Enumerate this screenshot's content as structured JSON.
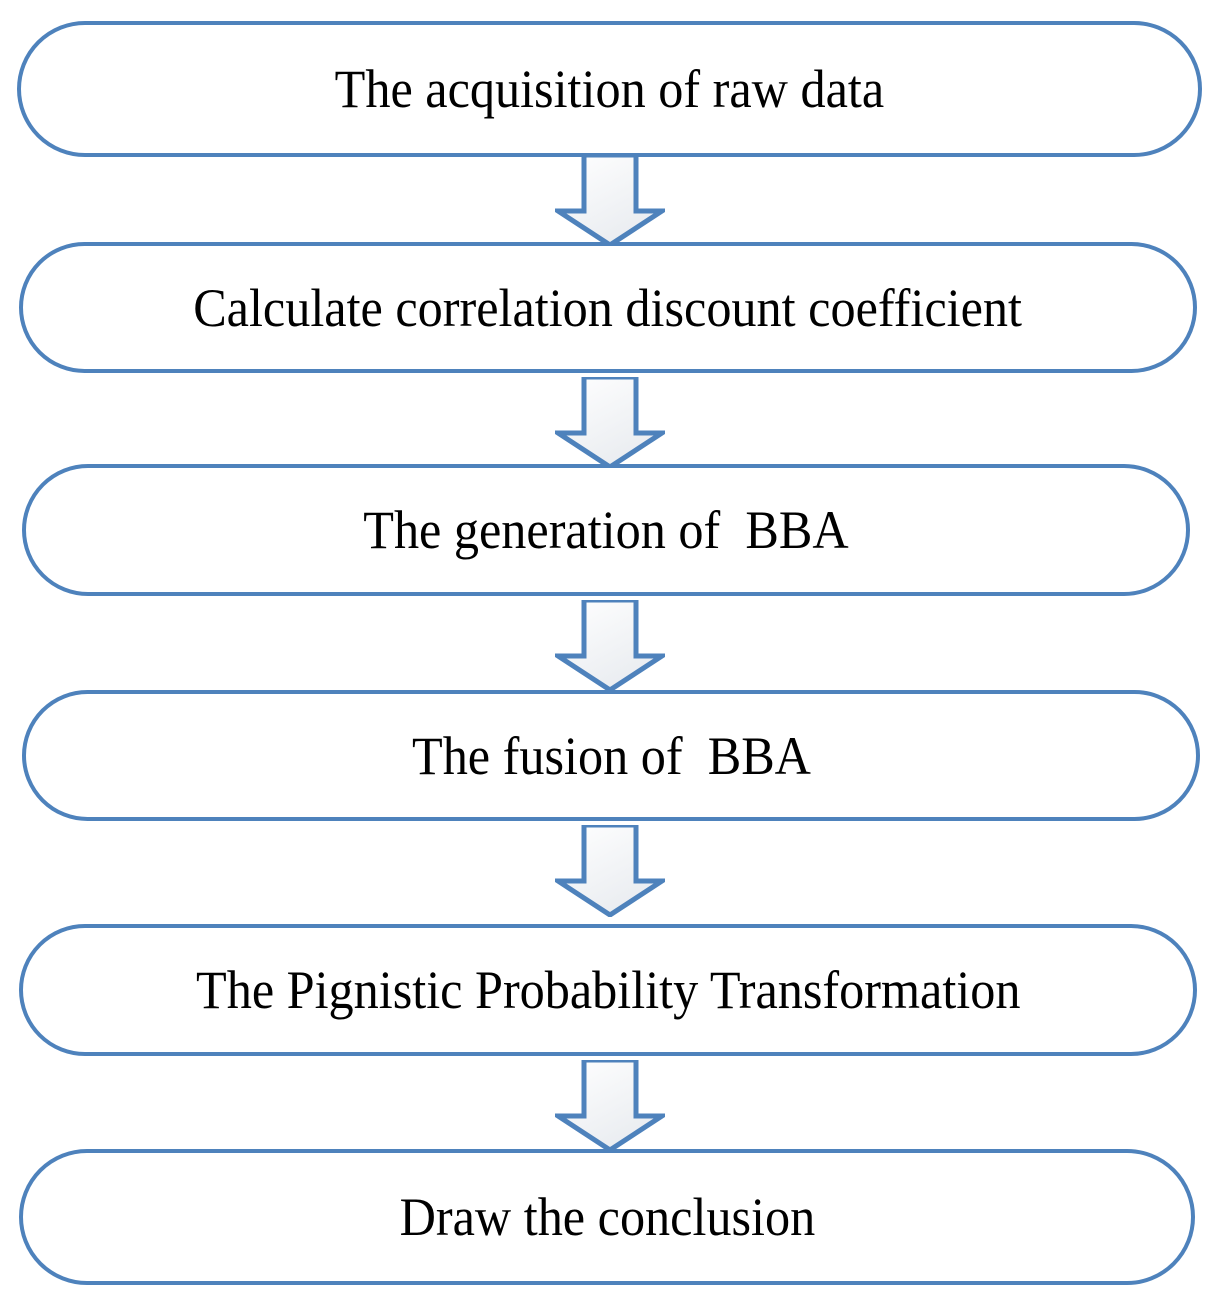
{
  "diagram": {
    "title": "Information fusion process flowchart",
    "orientation": "vertical-top-to-bottom",
    "colors": {
      "node_border": "#4e82bc",
      "node_fill": "#ffffff",
      "arrow_stroke": "#4e82bc",
      "arrow_fill_start": "#ffffff",
      "arrow_fill_end": "#eceef1",
      "text": "#000000",
      "background": "#ffffff"
    },
    "nodes": [
      {
        "id": "node-1",
        "label": "The acquisition of raw data",
        "shape": "rounded-rectangle"
      },
      {
        "id": "node-2",
        "label": "Calculate correlation discount coefficient",
        "shape": "rounded-rectangle"
      },
      {
        "id": "node-3",
        "label": "The generation of  BBA",
        "shape": "rounded-rectangle"
      },
      {
        "id": "node-4",
        "label": "The fusion of  BBA",
        "shape": "rounded-rectangle"
      },
      {
        "id": "node-5",
        "label": "The Pignistic Probability Transformation",
        "shape": "rounded-rectangle"
      },
      {
        "id": "node-6",
        "label": "Draw the conclusion",
        "shape": "rounded-rectangle"
      }
    ],
    "connectors": [
      {
        "id": "arrow-1",
        "from": "node-1",
        "to": "node-2",
        "type": "block-arrow-down"
      },
      {
        "id": "arrow-2",
        "from": "node-2",
        "to": "node-3",
        "type": "block-arrow-down"
      },
      {
        "id": "arrow-3",
        "from": "node-3",
        "to": "node-4",
        "type": "block-arrow-down"
      },
      {
        "id": "arrow-4",
        "from": "node-4",
        "to": "node-5",
        "type": "block-arrow-down"
      },
      {
        "id": "arrow-5",
        "from": "node-5",
        "to": "node-6",
        "type": "block-arrow-down"
      }
    ]
  }
}
